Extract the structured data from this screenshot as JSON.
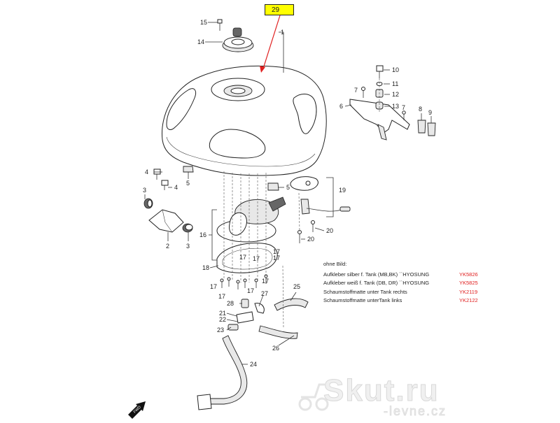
{
  "highlight": {
    "label": "29"
  },
  "callouts": [
    {
      "id": "c15",
      "text": "15"
    },
    {
      "id": "c14",
      "text": "14"
    },
    {
      "id": "c1",
      "text": "1"
    },
    {
      "id": "c10",
      "text": "10"
    },
    {
      "id": "c11",
      "text": "11"
    },
    {
      "id": "c7a",
      "text": "7"
    },
    {
      "id": "c12",
      "text": "12"
    },
    {
      "id": "c6",
      "text": "6"
    },
    {
      "id": "c13",
      "text": "13"
    },
    {
      "id": "c7b",
      "text": "7"
    },
    {
      "id": "c8",
      "text": "8"
    },
    {
      "id": "c9",
      "text": "9"
    },
    {
      "id": "c4a",
      "text": "4"
    },
    {
      "id": "c4b",
      "text": "4"
    },
    {
      "id": "c5a",
      "text": "5"
    },
    {
      "id": "c5b",
      "text": "5"
    },
    {
      "id": "c19",
      "text": "19"
    },
    {
      "id": "c3a",
      "text": "3"
    },
    {
      "id": "c16",
      "text": "16"
    },
    {
      "id": "c2",
      "text": "2"
    },
    {
      "id": "c3b",
      "text": "3"
    },
    {
      "id": "c20a",
      "text": "20"
    },
    {
      "id": "c20b",
      "text": "20"
    },
    {
      "id": "c17a",
      "text": "17"
    },
    {
      "id": "c17b",
      "text": "17"
    },
    {
      "id": "c17c",
      "text": "17"
    },
    {
      "id": "c17d",
      "text": "17"
    },
    {
      "id": "c17e",
      "text": "17"
    },
    {
      "id": "c17f",
      "text": "17"
    },
    {
      "id": "c17g",
      "text": "17"
    },
    {
      "id": "c17h",
      "text": "17"
    },
    {
      "id": "c18",
      "text": "18"
    },
    {
      "id": "c25",
      "text": "25"
    },
    {
      "id": "c28",
      "text": "28"
    },
    {
      "id": "c27",
      "text": "27"
    },
    {
      "id": "c21",
      "text": "21"
    },
    {
      "id": "c22",
      "text": "22"
    },
    {
      "id": "c23",
      "text": "23"
    },
    {
      "id": "c26",
      "text": "26"
    },
    {
      "id": "c24",
      "text": "24"
    }
  ],
  "notes": {
    "title": "ohne Bild:",
    "items": [
      {
        "desc": "Aufkleber silber f. Tank (MB,BK) ``HYOSUNG",
        "code": "YK5826"
      },
      {
        "desc": "Aufkleber weiß f. Tank (DB, DR) ``HYOSUNG",
        "code": "YK5825"
      },
      {
        "desc": "Schaumstoffmatte unter Tank rechts",
        "code": "YK2119"
      },
      {
        "desc": "Schaumstoffmatte unterTank links",
        "code": "YK2122"
      }
    ]
  },
  "watermark": {
    "main": "Skut.ru",
    "sub": "-levne.cz"
  },
  "fwd": {
    "label": "FWD"
  },
  "colors": {
    "highlight": "#ffff00",
    "arrow": "#e02020",
    "code": "#e02020"
  }
}
